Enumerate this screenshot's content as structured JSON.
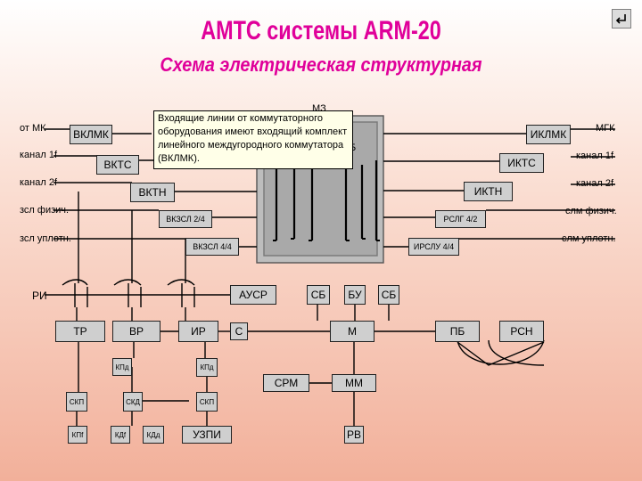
{
  "header": {
    "title": "АМТС системы ARM-20",
    "subtitle": "Схема электрическая структурная",
    "back_icon": "return-arrow-icon"
  },
  "left_labels": {
    "from_mk": "от МК",
    "channel_1f": "канал 1f",
    "channel_2f": "канал 2f",
    "zsl_physical": "зсл физич.",
    "zsl_compressed": "зсл уплотн.",
    "ri": "РИ"
  },
  "right_labels": {
    "mgk": "МГК",
    "channel_1f": "канал 1f",
    "channel_2f": "канал 2f",
    "slm_physical": "слм физич.",
    "slm_compressed": "слм уплотн."
  },
  "field_partial": {
    "mz": "МЗ",
    "b": "Б"
  },
  "blocks": {
    "vklmk": "ВКЛМК",
    "vkts": "ВКТС",
    "vktn": "ВКТН",
    "vkzsl24": "ВКЗСЛ 2/4",
    "vkzsl44": "ВКЗСЛ 4/4",
    "iklmk": "ИКЛМК",
    "ikts": "ИКТС",
    "iktn": "ИКТН",
    "rslg42": "РСЛГ 4/2",
    "irslu44": "ИРСЛУ 4/4",
    "ausr": "АУСР",
    "sb1": "СБ",
    "bu": "БУ",
    "sb2": "СБ",
    "tr": "ТР",
    "vr": "ВР",
    "ir": "ИР",
    "s": "С",
    "m": "М",
    "pb": "ПБ",
    "rsn": "РСН",
    "kpd1": "КПд",
    "kpd2": "КПд",
    "srm": "СРМ",
    "mm": "ММ",
    "skp1": "СКП",
    "skd": "СКД",
    "skp2": "СКП",
    "kpf": "КПf",
    "kdf": "КДf",
    "kdd": "КДд",
    "uzpi": "УЗПИ",
    "rv": "РВ"
  },
  "tooltip": {
    "text": "Входящие линии от коммутаторного оборудования имеют входящий комплект линейного междугородного коммутатора (ВКЛМК)."
  }
}
